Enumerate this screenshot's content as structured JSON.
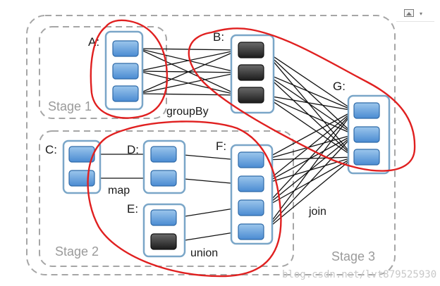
{
  "diagram": {
    "node_labels": {
      "A": "A:",
      "B": "B:",
      "C": "C:",
      "D": "D:",
      "E": "E:",
      "F": "F:",
      "G": "G:"
    },
    "operations": {
      "groupBy": "groupBy",
      "map": "map",
      "union": "union",
      "join": "join"
    },
    "stages": {
      "stage1": "Stage 1",
      "stage2": "Stage 2",
      "stage3": "Stage 3"
    },
    "watermark": "blog.csdn.net/lvt879525930",
    "colors": {
      "partition_fill": "#5b9bd5",
      "partition_dark": "#333333",
      "rdd_border": "#7aa6c8",
      "stage_border": "#9e9e9e",
      "annotation_red": "#e02020"
    }
  },
  "toolbar": {
    "icon": "image-icon",
    "caret": "▾"
  }
}
